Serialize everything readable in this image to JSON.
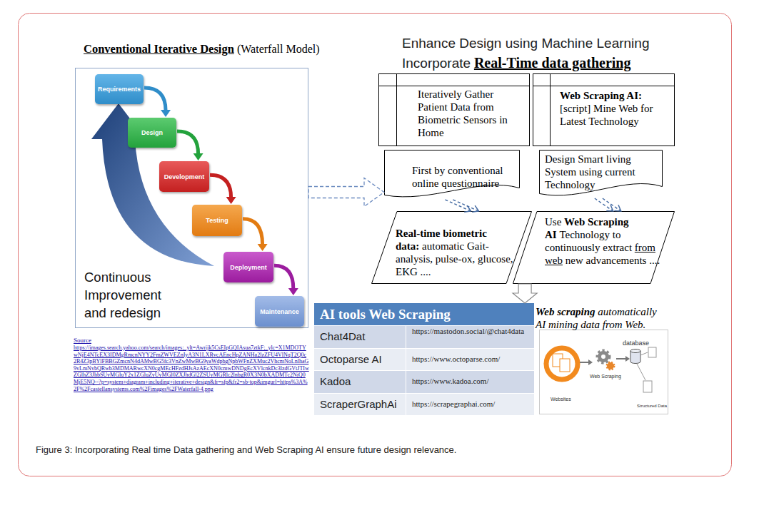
{
  "diagram": {
    "caption": "Figure 3: Incorporating Real time Data gathering and Web Scraping AI ensure future design relevance.",
    "nodes": [
      {
        "text": [
          "Continuous Improvement and redesign"
        ]
      },
      {
        "text": [
          "Requirements"
        ],
        "in": 0
      },
      {
        "text": [
          "Design"
        ],
        "in": 0
      },
      {
        "text": [
          "Development"
        ],
        "in": 0
      },
      {
        "text": [
          "Testing"
        ],
        "in": 0
      },
      {
        "text": [
          "Deployment"
        ],
        "in": 0
      },
      {
        "text": [
          "Maintenance"
        ],
        "in": 0
      },
      {
        "text": [
          "Iteratively Gather Patient Data from Biometric Sensors in Home"
        ]
      },
      {
        "text": [
          "Web Scraping AI:",
          "[script] Mine Web for Latest Technology"
        ]
      },
      {
        "text": [
          "First by conventional online questionnaire"
        ]
      },
      {
        "text": [
          "Design Smart living System using current Technology"
        ]
      },
      {
        "text": [
          "Real-time biometric data:",
          "automatic Gait-analysis, pulse-ox, glucose, EKG ...."
        ]
      },
      {
        "text": [
          "Use",
          "Web Scraping AI",
          "Technology to continuously extract",
          "from web",
          "new advancements ...."
        ]
      },
      {
        "text": [
          "AI tools Web Scraping"
        ]
      }
    ],
    "edges": [
      {
        "from": 1,
        "to": 2,
        "arrow": "to"
      },
      {
        "from": 2,
        "to": 3,
        "arrow": "to"
      },
      {
        "from": 3,
        "to": 4,
        "arrow": "to"
      },
      {
        "from": 4,
        "to": 5,
        "arrow": "to"
      },
      {
        "from": 5,
        "to": 6,
        "arrow": "to"
      },
      {
        "from": 0,
        "to": 9,
        "arrow": "to"
      },
      {
        "from": 9,
        "to": 11,
        "arrow": "to"
      },
      {
        "from": 10,
        "to": 12,
        "arrow": "to"
      },
      {
        "from": 12,
        "to": 13,
        "arrow": "to"
      }
    ],
    "labels": [
      "Conventional Iterative Design",
      "(Waterfall Model)",
      "Source",
      "https://images.search.yahoo.com/search/images;_ylt=Awrijk5CsEIpGQIAsua7ztkF;_ylc=X1MDOTYwNjE4NTcEX3IDMgRmcnNYY2FmZWVEZnIyA3N1LXRvcAEncHpZANHa2lzZFU4VlNqT2Q0c2R4Z3pBYlFBBGZmcnN4dAMwBG5fc3VnZwMwBG9yaWdpbgNpbWFnZXMuc2VhcmNoLnlhaG9vLmNvbQRwb3MDMARwcXN0cgMEcHFzdHJsAzAEcXN0cmwDNDgEcXVlcnkDc3lzdGVtJTIwZGlhZ3JhbSUyMGluY2x1ZGluZyUyMGl0ZXJhdGl2ZSUyMGRlc2lnbgR0X3N0bXADMTc2NjQ0MjE5NQ--?p=system+diagram+including+iterative+design&fr=sfp&fr2=sb-top&imgurl=https%3A%2F%2Fcastellansystems.com%2Fimages%2FWaterfall-4.png",
      "Enhance Design using Machine Learning",
      "Incorporate",
      "Real-Time data gathering",
      "Chat4Dat",
      "https://mastodon.social/@chat4data",
      "Octoparse AI",
      "https://www.octoparse.com/",
      "Kadoa",
      "https://www.kadoa.com/",
      "ScraperGraphAi",
      "https://scrapegraphai.com/",
      "Web scraping",
      "automatically AI mining data from Web.",
      "Websites",
      "Web Scraping",
      "database",
      "Structured Data"
    ]
  }
}
